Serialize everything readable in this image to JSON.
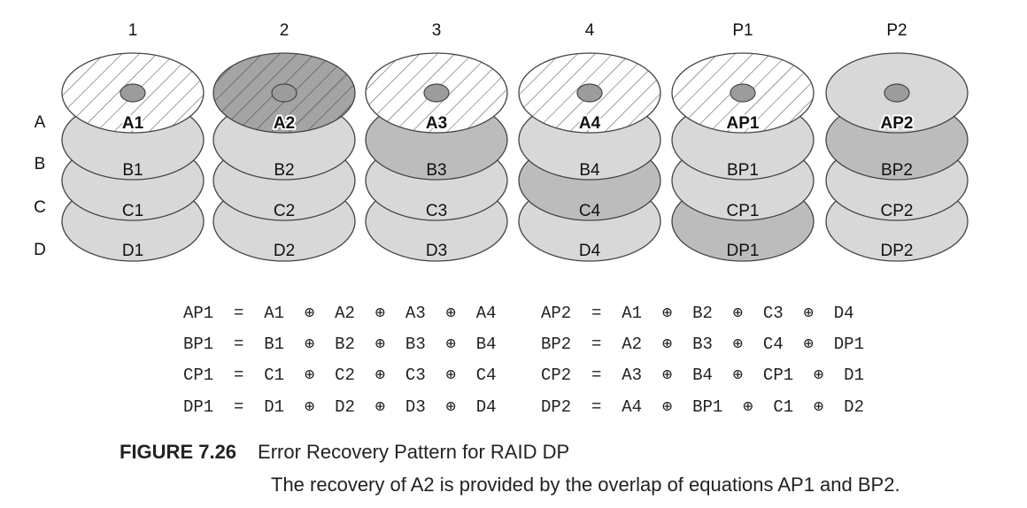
{
  "columns": [
    "1",
    "2",
    "3",
    "4",
    "P1",
    "P2"
  ],
  "rows": [
    "A",
    "B",
    "C",
    "D"
  ],
  "disks": [
    {
      "labels": [
        "A1",
        "B1",
        "C1",
        "D1"
      ],
      "fills": [
        "hatch",
        "light",
        "light",
        "light"
      ]
    },
    {
      "labels": [
        "A2",
        "B2",
        "C2",
        "D2"
      ],
      "fills": [
        "darkhatch",
        "light",
        "light",
        "light"
      ]
    },
    {
      "labels": [
        "A3",
        "B3",
        "C3",
        "D3"
      ],
      "fills": [
        "hatch",
        "medium",
        "light",
        "light"
      ]
    },
    {
      "labels": [
        "A4",
        "B4",
        "C4",
        "D4"
      ],
      "fills": [
        "hatch",
        "light",
        "medium",
        "light"
      ]
    },
    {
      "labels": [
        "AP1",
        "BP1",
        "CP1",
        "DP1"
      ],
      "fills": [
        "hatch",
        "light",
        "light",
        "medium"
      ]
    },
    {
      "labels": [
        "AP2",
        "BP2",
        "CP2",
        "DP2"
      ],
      "fills": [
        "light",
        "medium",
        "light",
        "light"
      ]
    }
  ],
  "colors": {
    "light": "#d8d8d8",
    "medium": "#bcbcbc",
    "dark": "#a4a4a4",
    "hub": "#9c9c9c",
    "stroke": "#444444"
  },
  "equations_left": [
    "AP1 = A1 ⊕ A2 ⊕ A3 ⊕ A4",
    "BP1 = B1 ⊕ B2 ⊕ B3 ⊕ B4",
    "CP1 = C1 ⊕ C2 ⊕ C3 ⊕ C4",
    "DP1 = D1 ⊕ D2 ⊕ D3 ⊕ D4"
  ],
  "equations_right": [
    "AP2 = A1 ⊕ B2 ⊕ C3 ⊕ D4",
    "BP2 = A2 ⊕ B3 ⊕ C4 ⊕ DP1",
    "CP2 = A3 ⊕ B4 ⊕ CP1 ⊕ D1",
    "DP2 = A4 ⊕ BP1 ⊕ C1 ⊕ D2"
  ],
  "caption": {
    "figure_number": "FIGURE 7.26",
    "title": "Error Recovery Pattern for RAID DP",
    "description": "The recovery of A2 is provided by the overlap of equations AP1 and BP2."
  }
}
